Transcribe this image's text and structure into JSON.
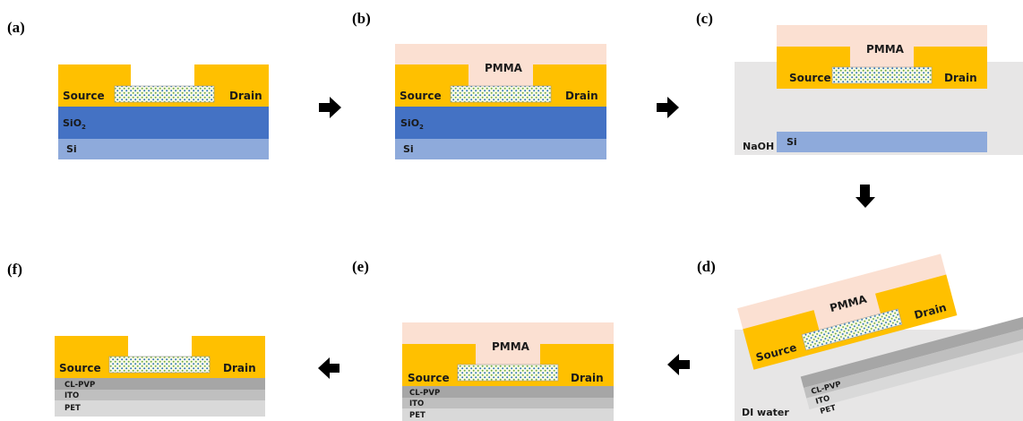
{
  "panels": {
    "a": {
      "label": "(a)",
      "source": "Source",
      "drain": "Drain",
      "sio2": "SiO",
      "sio2_sub": "2",
      "si": "Si"
    },
    "b": {
      "label": "(b)",
      "pmma": "PMMA",
      "source": "Source",
      "drain": "Drain",
      "sio2": "SiO",
      "sio2_sub": "2",
      "si": "Si"
    },
    "c": {
      "label": "(c)",
      "pmma": "PMMA",
      "source": "Source",
      "drain": "Drain",
      "si": "Si",
      "solution": "NaOH"
    },
    "d": {
      "label": "(d)",
      "pmma": "PMMA",
      "source": "Source",
      "drain": "Drain",
      "clpvp": "CL-PVP",
      "ito": "ITO",
      "pet": "PET",
      "solution": "DI water"
    },
    "e": {
      "label": "(e)",
      "pmma": "PMMA",
      "source": "Source",
      "drain": "Drain",
      "clpvp": "CL-PVP",
      "ito": "ITO",
      "pet": "PET"
    },
    "f": {
      "label": "(f)",
      "source": "Source",
      "drain": "Drain",
      "clpvp": "CL-PVP",
      "ito": "ITO",
      "pet": "PET"
    }
  },
  "colors": {
    "gold": "#ffc000",
    "pmma": "#fbe0d2",
    "sio2": "#4472c4",
    "si": "#8eaadb",
    "bath": "#e7e6e6",
    "clpvp": "#a6a6a6",
    "ito": "#bfbfbf",
    "pet": "#d9d9d9"
  },
  "icons": [
    "arrow-right-icon",
    "arrow-down-icon",
    "arrow-left-icon"
  ]
}
